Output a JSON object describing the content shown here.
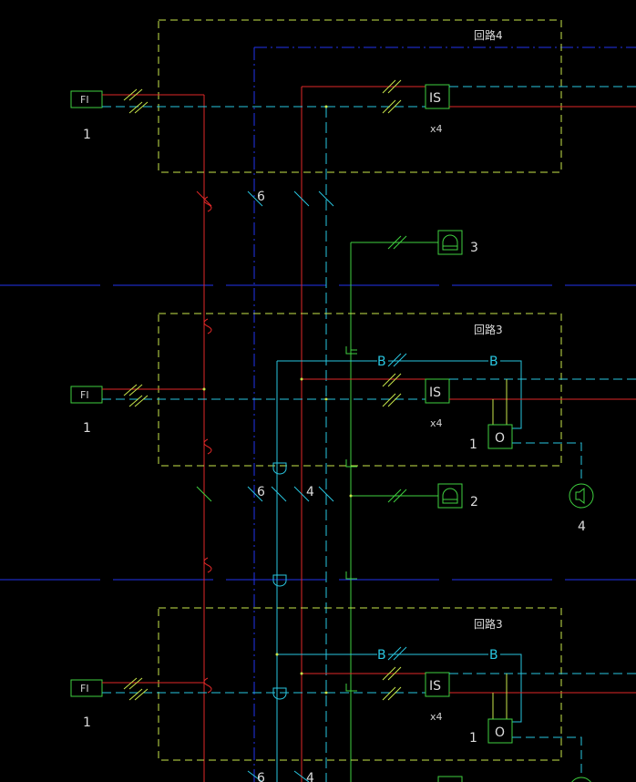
{
  "colors": {
    "background": "#000000",
    "zone_box": "#c8e64a",
    "device_green": "#3fd13f",
    "red": "#e02828",
    "cyan": "#29c6e0",
    "blue": "#2233ee",
    "text": "#dcdcdc"
  },
  "sections": [
    {
      "box_title": "回路4",
      "fi_label": "FI",
      "fi_count": "1",
      "is_label": "IS",
      "is_count": "x4"
    },
    {
      "box_title": "回路3",
      "fi_label": "FI",
      "fi_count": "1",
      "is_label": "IS",
      "is_count": "x4",
      "b_left": "B",
      "b_right": "B",
      "o_label": "O",
      "o_count": "1"
    },
    {
      "box_title": "回路3",
      "fi_label": "FI",
      "fi_count": "1",
      "is_label": "IS",
      "is_count": "x4",
      "b_left": "B",
      "b_right": "B",
      "o_label": "O",
      "o_count": "1"
    }
  ],
  "cable_counts": {
    "riser_1": "6",
    "riser_2a": "6",
    "riser_2b": "4",
    "riser_3a": "6",
    "riser_3b": "4"
  },
  "bells": [
    {
      "count": "3"
    },
    {
      "count": "2"
    }
  ],
  "speaker": {
    "count": "4"
  },
  "icons": [
    "fire-indicator-icon",
    "isolator-icon",
    "bell-icon",
    "speaker-icon"
  ]
}
